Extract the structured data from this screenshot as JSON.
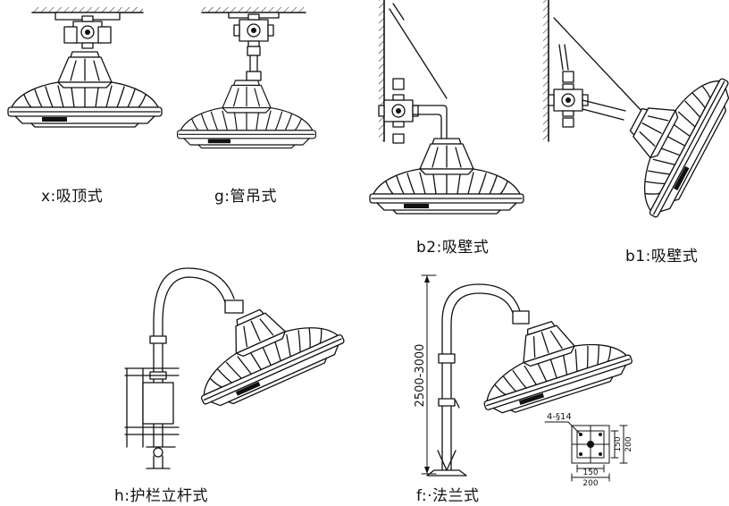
{
  "labels": {
    "x": "x:吸顶式",
    "g": "g:管吊式",
    "b2": "b2:吸壁式",
    "b1": "b1:吸壁式",
    "h": "h:护栏立杆式",
    "f": "f:·法兰式"
  },
  "dims": {
    "height": "2500-3000",
    "holes": "4-§14",
    "inner_w": "150",
    "outer_w": "200",
    "inner_h": "150",
    "outer_h": "200"
  }
}
